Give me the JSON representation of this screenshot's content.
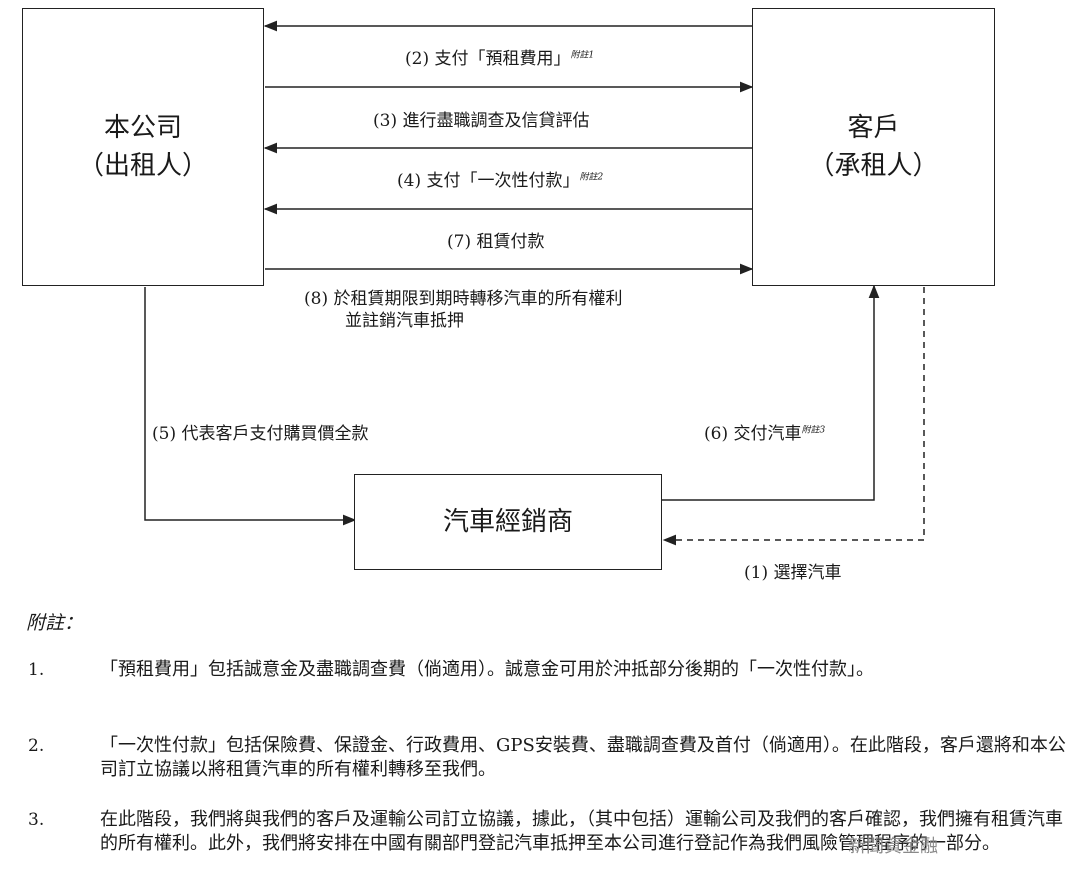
{
  "nodes": {
    "company": {
      "line1": "本公司",
      "line2": "（出租人）"
    },
    "customer": {
      "line1": "客戶",
      "line2": "（承租人）"
    },
    "dealer": {
      "line1": "汽車經銷商"
    }
  },
  "flows": {
    "f2": {
      "text": "(2)  支付「預租費用」",
      "note": "附註1"
    },
    "f3": {
      "text": "(3)  進行盡職調查及信貸評估"
    },
    "f4": {
      "text": "(4)  支付「一次性付款」",
      "note": "附註2"
    },
    "f7": {
      "text": "(7)  租賃付款"
    },
    "f8": {
      "line1": "(8)  於租賃期限到期時轉移汽車的所有權利",
      "line2": "並註銷汽車抵押"
    },
    "f5": {
      "text": "(5)  代表客戶支付購買價全款"
    },
    "f6": {
      "text": "(6)  交付汽車",
      "note": "附註3"
    },
    "f1": {
      "text": "(1)  選擇汽車"
    }
  },
  "notes": {
    "title": "附註：",
    "items": [
      {
        "num": "1.",
        "text": "「預租費用」包括誠意金及盡職調查費（倘適用）。誠意金可用於沖抵部分後期的「一次性付款」。"
      },
      {
        "num": "2.",
        "text": "「一次性付款」包括保險費、保證金、行政費用、GPS安裝費、盡職調查費及首付（倘適用）。在此階段，客戶還將和本公司訂立協議以將租賃汽車的所有權利轉移至我們。"
      },
      {
        "num": "3.",
        "text": "在此階段，我們將與我們的客戶及運輸公司訂立協議，據此，（其中包括）運輸公司及我們的客戶確認，我們擁有租賃汽車的所有權利。此外，我們將安排在中國有關部門登記汽車抵押至本公司進行登記作為我們風險管理程序的一部分。"
      }
    ]
  },
  "watermark": "新聞資金融"
}
